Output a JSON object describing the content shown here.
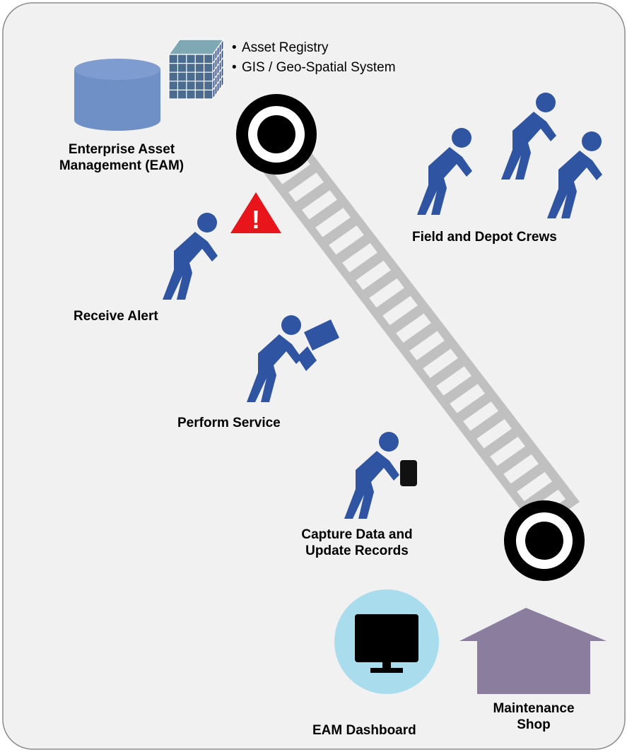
{
  "colors": {
    "panel_bg": "#f2f1f2",
    "panel_border": "#8c8c8c",
    "crew_blue": "#2f54a1",
    "ladder_gray": "#c0c0c0",
    "alert_red": "#e8161b",
    "database_blue": "#6f8fc7",
    "dashboard_circle": "#a9dcec",
    "shop_purple": "#8a7d9e"
  },
  "systems": {
    "bullets": [
      "Asset Registry",
      "GIS / Geo-Spatial System"
    ],
    "eam_label_line1": "Enterprise Asset",
    "eam_label_line2": "Management (EAM)"
  },
  "alert": {
    "symbol": "!"
  },
  "labels": {
    "field_crews": "Field and Depot Crews",
    "receive_alert": "Receive Alert",
    "perform_service": "Perform Service",
    "capture_line1": "Capture Data and",
    "capture_line2": "Update Records",
    "dashboard": "EAM Dashboard",
    "shop_line1": "Maintenance",
    "shop_line2": "Shop"
  },
  "icons": {
    "database": "database-cylinder-icon",
    "cube": "grid-cube-icon",
    "pulley": "pulley-wheel-icon",
    "crew": "worker-figure-icon",
    "hammer": "hammer-icon",
    "device": "handheld-device-icon",
    "monitor": "monitor-icon",
    "house": "house-icon",
    "warning": "warning-triangle-icon"
  }
}
